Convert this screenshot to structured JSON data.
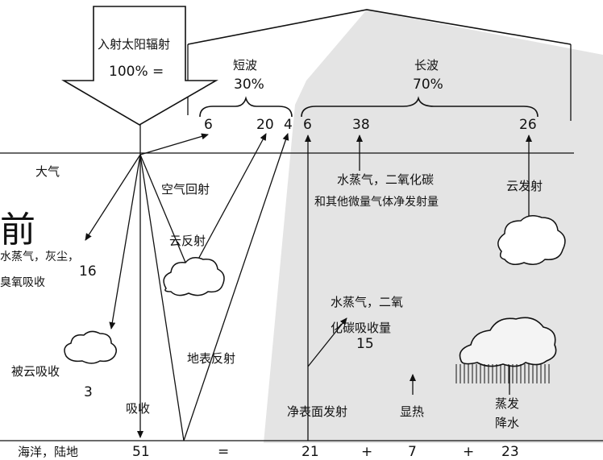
{
  "incoming": {
    "title": "入射太阳辐射",
    "amount": "100% ="
  },
  "shortwave": {
    "label": "短波",
    "percent": "30%",
    "air": "6",
    "cloud": "20",
    "surface": "4"
  },
  "longwave": {
    "label": "长波",
    "percent": "70%",
    "surface_net": "6",
    "gases": "38",
    "cloud": "26"
  },
  "layers": {
    "atmosphere": "大气",
    "ocean_land": "海洋，陆地"
  },
  "labels": {
    "air_backscatter": "空气回射",
    "cloud_reflect": "云反射",
    "surface_reflect": "地表反射",
    "vapor_dust_ozone_1": "水蒸气，灰尘，",
    "vapor_dust_ozone_2": "臭氧吸收",
    "vapor_dust_ozone_value": "16",
    "cloud_absorb": "被云吸收",
    "cloud_absorb_value": "3",
    "absorbed": "吸收",
    "gas_emission_1": "水蒸气，二氧化碳",
    "gas_emission_2": "和其他微量气体净发射量",
    "cloud_emission": "云发射",
    "vapor_co2_absorb_1": "水蒸气，二氧",
    "vapor_co2_absorb_2": "化碳吸收量",
    "vapor_co2_absorb_value": "15",
    "net_surface_emission": "净表面发射",
    "sensible_heat": "显热",
    "evaporation": "蒸发",
    "precipitation": "降水",
    "overlay_char": "前"
  },
  "balance": {
    "absorbed": "51",
    "eq": "=",
    "emission": "21",
    "plus1": "+",
    "sensible": "7",
    "plus2": "+",
    "latent": "23"
  }
}
